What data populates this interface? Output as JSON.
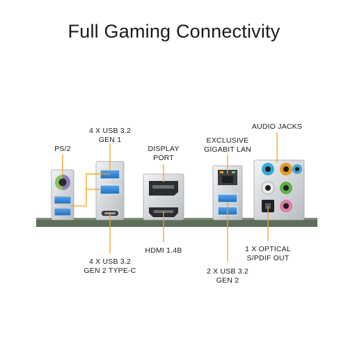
{
  "title": "Full Gaming Connectivity",
  "labels": {
    "ps2": "PS/2",
    "usb32_gen1_l1": "4 X USB 3.2",
    "usb32_gen1_l2": "GEN 1",
    "display_port_l1": "DISPLAY",
    "display_port_l2": "PORT",
    "lan_l1": "EXCLUSIVE",
    "lan_l2": "GIGABIT LAN",
    "audio_jacks": "AUDIO JACKS",
    "usb32_gen2_typec_l1": "4 X USB 3.2",
    "usb32_gen2_typec_l2": "GEN 2 TYPE-C",
    "hdmi": "HDMI 1.4B",
    "usb32_gen2_l1": "2 X USB 3.2",
    "usb32_gen2_l2": "GEN 2",
    "optical_l1": "1 X OPTICAL",
    "optical_l2": "S/PDIF OUT"
  },
  "colors": {
    "leader": "#f2a516",
    "usb_blue": "#2f84d4",
    "pcb": "#5d6f5a",
    "metal": "#d9dcdf",
    "audio_blue": "#3aa7d8",
    "audio_orange": "#e59a2a",
    "audio_green": "#5fb04a",
    "audio_pink": "#e07aa8",
    "ps2_purple": "#8f7bb8",
    "ps2_green": "#8dbf5f"
  }
}
